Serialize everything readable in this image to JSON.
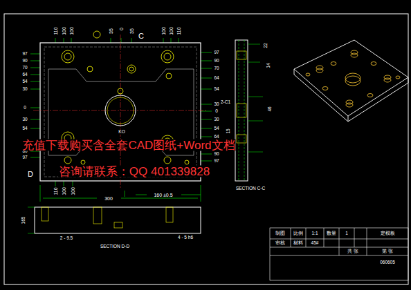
{
  "diagram": {
    "labels": [
      "110",
      "100",
      "100",
      "35",
      "0",
      "35",
      "100",
      "100",
      "110",
      "C",
      "97",
      "90",
      "70",
      "64",
      "54",
      "30",
      "0",
      "30",
      "54",
      "70",
      "80",
      "97",
      "97",
      "90",
      "70",
      "64",
      "54",
      "30",
      "0",
      "30",
      "54",
      "64",
      "70",
      "90",
      "97",
      "KO",
      "110",
      "100",
      "100",
      "300",
      "160 ±0.5",
      "D",
      "SECTION C-C",
      "22",
      "14",
      "2-C1",
      "46",
      "15",
      "5",
      "165",
      "2 - 9.5",
      "4 - 5 h6",
      "SECTION D-D",
      "制图",
      "审核",
      "比例",
      "1:1",
      "材料",
      "45#",
      "数量",
      "1",
      "定模板",
      "共 张",
      "第 张",
      "060605",
      "充值下载购买含全套CAD图纸+Word文档",
      "咨询请联系：QQ 401339828"
    ]
  }
}
